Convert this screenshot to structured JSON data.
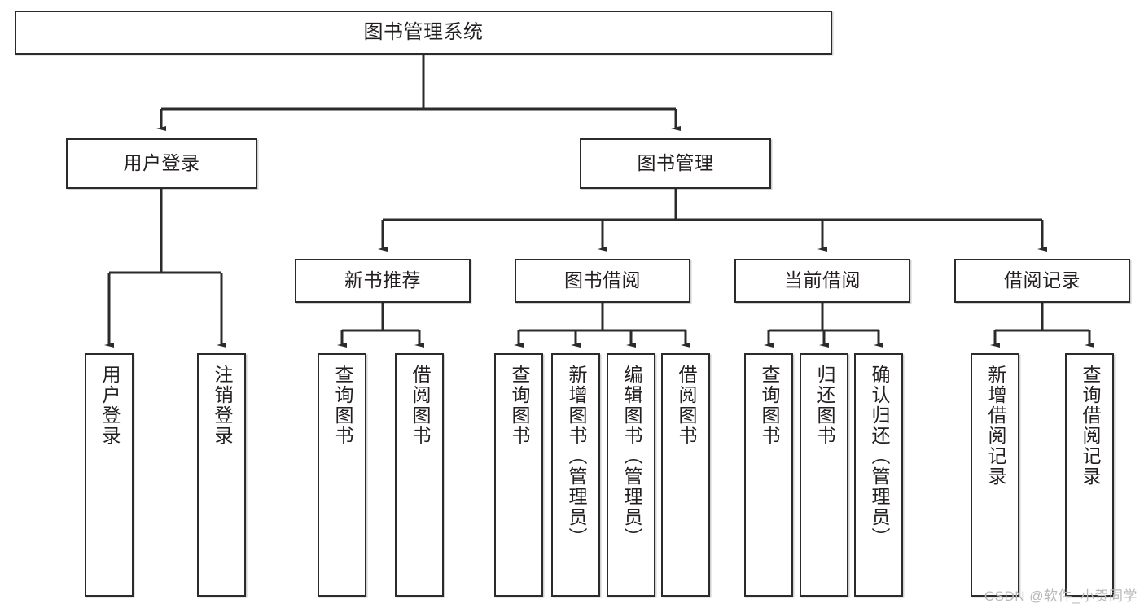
{
  "diagram": {
    "title": "图书管理系统",
    "type": "tree",
    "root": {
      "label": "图书管理系统"
    },
    "level2": [
      {
        "label": "用户登录"
      },
      {
        "label": "图书管理"
      }
    ],
    "level3": [
      {
        "label": "新书推荐"
      },
      {
        "label": "图书借阅"
      },
      {
        "label": "当前借阅"
      },
      {
        "label": "借阅记录"
      }
    ],
    "leaves": {
      "user_login": [
        {
          "label": "用户登录"
        },
        {
          "label": "注销登录"
        }
      ],
      "new_book_recommend": [
        {
          "label": "查询图书"
        },
        {
          "label": "借阅图书"
        }
      ],
      "book_borrow": [
        {
          "label": "查询图书"
        },
        {
          "label": "新增图书（管理员）"
        },
        {
          "label": "编辑图书（管理员）"
        },
        {
          "label": "借阅图书"
        }
      ],
      "current_borrow": [
        {
          "label": "查询图书"
        },
        {
          "label": "归还图书"
        },
        {
          "label": "确认归还（管理员）"
        }
      ],
      "borrow_record": [
        {
          "label": "新增借阅记录"
        },
        {
          "label": "查询借阅记录"
        }
      ]
    }
  },
  "watermark": {
    "text": "CSDN @软件_小贺同学"
  },
  "colors": {
    "border": "#2b2b2b",
    "text": "#231f20",
    "background": "#ffffff",
    "watermark": "#b9b9b9"
  }
}
